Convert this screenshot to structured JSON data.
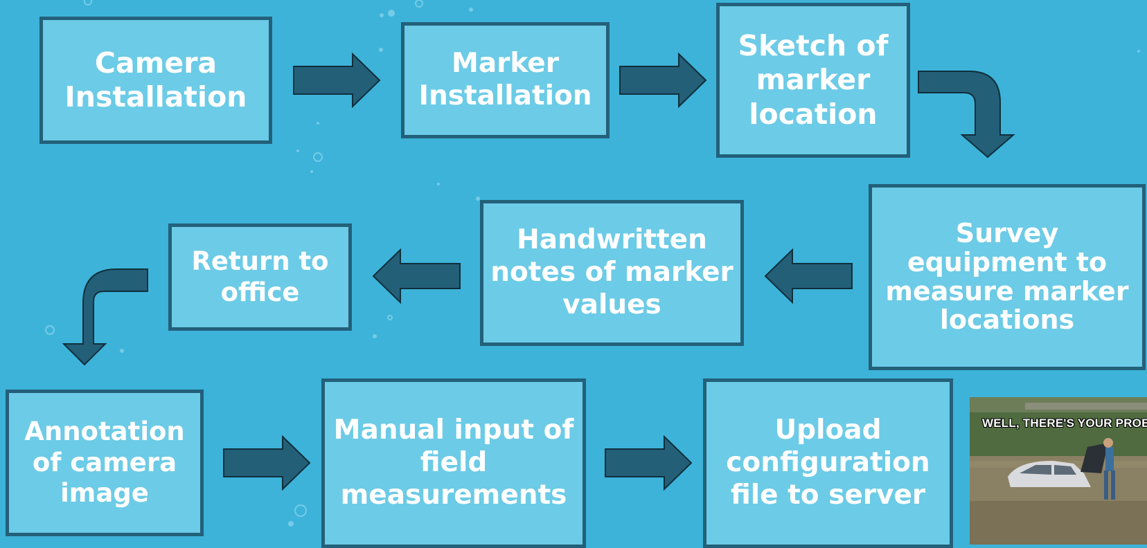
{
  "steps": [
    {
      "id": "camera-installation",
      "label": "Camera Installation"
    },
    {
      "id": "marker-installation",
      "label": "Marker Installation"
    },
    {
      "id": "sketch-marker-location",
      "label": "Sketch of marker location"
    },
    {
      "id": "survey-equipment",
      "label": "Survey equipment to measure marker locations"
    },
    {
      "id": "handwritten-notes",
      "label": "Handwritten notes of marker values"
    },
    {
      "id": "return-to-office",
      "label": "Return to office"
    },
    {
      "id": "annotation-camera-image",
      "label": "Annotation of camera image"
    },
    {
      "id": "manual-input",
      "label": "Manual input of field measurements"
    },
    {
      "id": "upload-configuration",
      "label": "Upload configuration file to server"
    }
  ],
  "meme": {
    "caption": "WELL, THERE'S YOUR PROBLEM"
  },
  "colors": {
    "background": "#3db3d9",
    "box_fill": "#6ccbe6",
    "box_border": "#23607a",
    "arrow_fill": "#245f78",
    "text": "#ffffff"
  }
}
